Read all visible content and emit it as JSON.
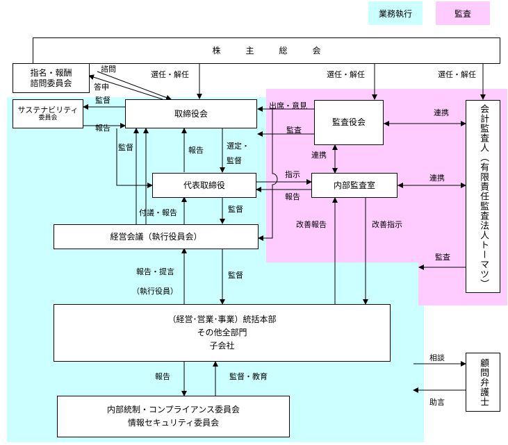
{
  "colors": {
    "execution_bg": "#ccffff",
    "audit_bg": "#ffccff"
  },
  "legend": {
    "execution": "業務執行",
    "audit": "監査"
  },
  "boxes": {
    "shareholders": "株　　　主　　　総　　　会",
    "nomination_line1": "指名・報酬",
    "nomination_line2": "諮問委員会",
    "sustainability_line1": "サステナビリティ",
    "sustainability_line2": "委員会",
    "board": "取締役会",
    "representative": "代表取締役",
    "management": "経営会議（執行役員会）",
    "divisions_line1": "（経営･営業･事業）統括本部",
    "divisions_line2": "その他全部門",
    "divisions_line3": "子会社",
    "internal_control_line1": "内部統制・コンプライアンス委員会",
    "internal_control_line2": "情報セキュリティ委員会",
    "audit_board": "監査役会",
    "internal_audit": "内部監査室",
    "accounting_auditor": "会計監査人（有限責任監査法人トーマツ）",
    "legal_advisor": "顧問弁護士"
  },
  "labels": {
    "elect1": "選任・解任",
    "elect2": "選任・解任",
    "elect3": "選任・解任",
    "consult_inquiry": "諮問",
    "reply": "答申",
    "supervise_sus": "監督",
    "report_sus": "報告",
    "attend": "出席・意見",
    "audit_to_board": "監査",
    "coop1": "連携",
    "coop2": "連携",
    "coop3": "連携",
    "supervise_left": "監督",
    "report_board": "報告",
    "appoint": "選定・",
    "appoint2": "監督",
    "instruct": "指示",
    "report_ia": "報告",
    "refer_report": "付議・報告",
    "supervise_mgmt": "監督",
    "improve_report": "改善報告",
    "improve_instr": "改善指示",
    "audit_acc": "監査",
    "report_propose": "報告・提言",
    "exec_officers": "（執行役員）",
    "supervise_div": "監督",
    "report_ic": "報告",
    "supervise_edu": "監督・教育",
    "consult": "相談",
    "advice": "助言"
  }
}
